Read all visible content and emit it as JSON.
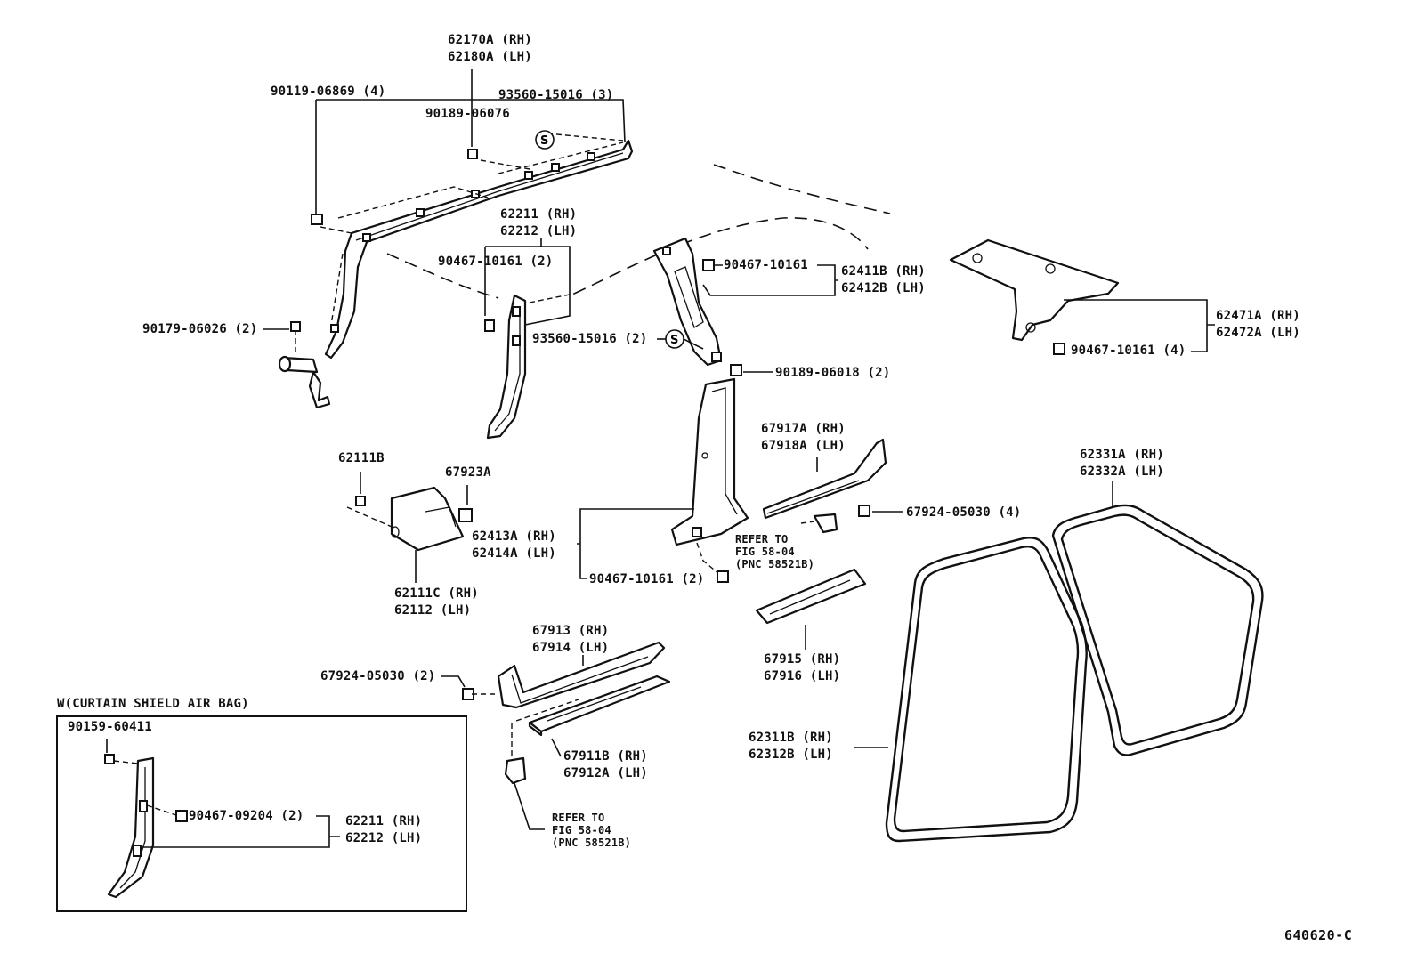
{
  "figure_code": "640620-C",
  "inset_title": "W(CURTAIN SHIELD AIR BAG)",
  "labels": {
    "roof_rail": [
      "62170A (RH)",
      "62180A (LH)"
    ],
    "bolt_90119": "90119-06869 (4)",
    "clip_93560_top": "93560-15016 (3)",
    "clip_90189_06076": "90189-06076",
    "a_pillar": [
      "62211 (RH)",
      "62212 (LH)"
    ],
    "clip_90467_a": "90467-10161 (2)",
    "nut_90179": "90179-06026 (2)",
    "clip_93560_mid": "93560-15016 (2)",
    "c_pillar_upper_clip": "90467-10161",
    "c_pillar_upper": [
      "62411B (RH)",
      "62412B (LH)"
    ],
    "clip_90189_06018": "90189-06018 (2)",
    "quarter_trim": [
      "62471A (RH)",
      "62472A (LH)"
    ],
    "clip_90467_quarter": "90467-10161 (4)",
    "cowl_clip": "62111B",
    "clip_67923": "67923A",
    "b_pillar_lower": [
      "62413A (RH)",
      "62414A (LH)"
    ],
    "clip_90467_b": "90467-10161 (2)",
    "cowl_trim": [
      "62111C (RH)",
      "62112  (LH)"
    ],
    "rear_scuff": [
      "67917A (RH)",
      "67918A (LH)"
    ],
    "clip_67924_4": "67924-05030 (4)",
    "refer_1": [
      "REFER TO",
      "FIG 58-04",
      "(PNC 58521B)"
    ],
    "front_scuff": [
      "67913 (RH)",
      "67914 (LH)"
    ],
    "clip_67924_2": "67924-05030 (2)",
    "rear_plate": [
      "67915 (RH)",
      "67916 (LH)"
    ],
    "front_plate": [
      "67911B (RH)",
      "67912A (LH)"
    ],
    "refer_2": [
      "REFER TO",
      "FIG 58-04",
      "(PNC 58521B)"
    ],
    "front_weatherstrip": [
      "62311B (RH)",
      "62312B (LH)"
    ],
    "rear_weatherstrip": [
      "62331A (RH)",
      "62332A (LH)"
    ],
    "inset_bolt": "90159-60411",
    "inset_clip": "90467-09204 (2)",
    "inset_pillar": [
      "62211 (RH)",
      "62212 (LH)"
    ]
  },
  "symbols": {
    "s_mark": "S"
  }
}
